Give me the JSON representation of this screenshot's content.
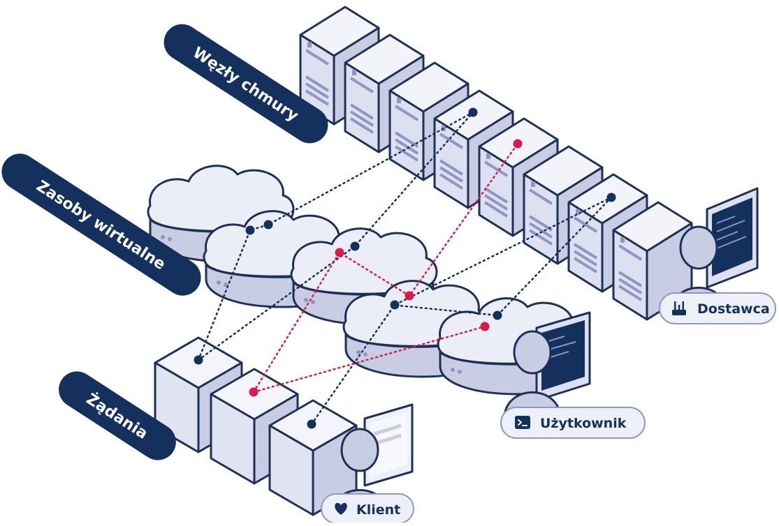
{
  "labels": {
    "cloud_nodes": "Węzły chmury",
    "virtual_resources": "Zasoby wirtualne",
    "requests": "Żądania"
  },
  "actors": {
    "provider": "Dostawca",
    "user": "Użytkownik",
    "client": "Klient"
  },
  "icons": {
    "provider": "router-icon",
    "user": "terminal-icon",
    "client": "heart-icon"
  },
  "colors": {
    "navy": "#13315c",
    "accent": "#d81b4a",
    "cube_face": "#e4e7f3",
    "cube_side": "#c9cde3",
    "outline": "#1b3158"
  }
}
